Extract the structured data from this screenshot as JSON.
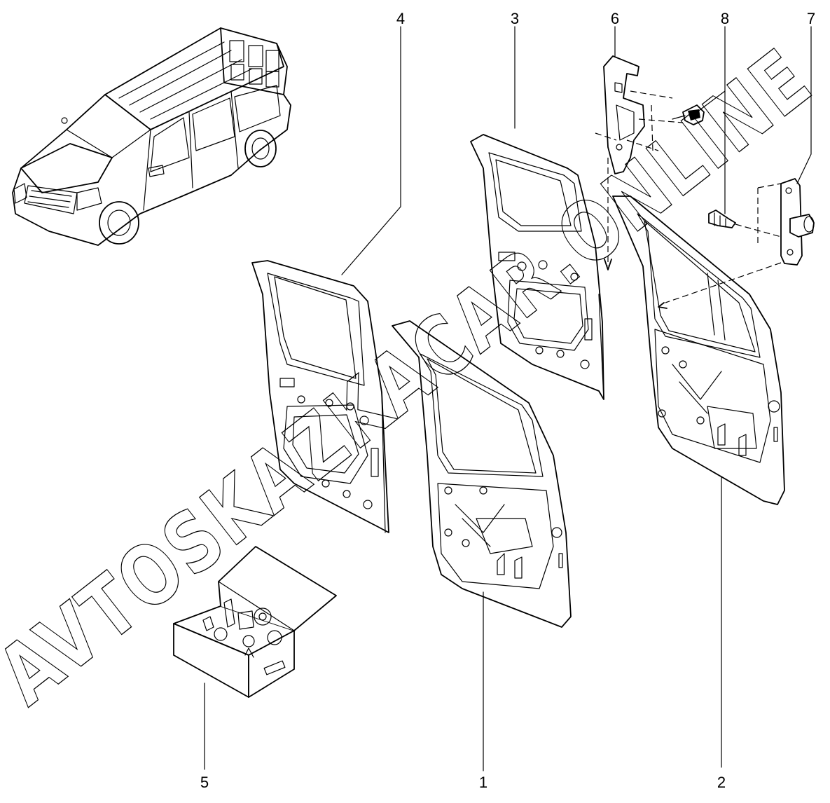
{
  "callouts": {
    "c1": "1",
    "c2": "2",
    "c3": "3",
    "c4": "4",
    "c5": "5",
    "c6": "6",
    "c7": "7",
    "c8": "8"
  },
  "watermark": "AVTOSKAZKACAR.ONLINE",
  "colors": {
    "line": "#000000",
    "background": "#ffffff"
  }
}
